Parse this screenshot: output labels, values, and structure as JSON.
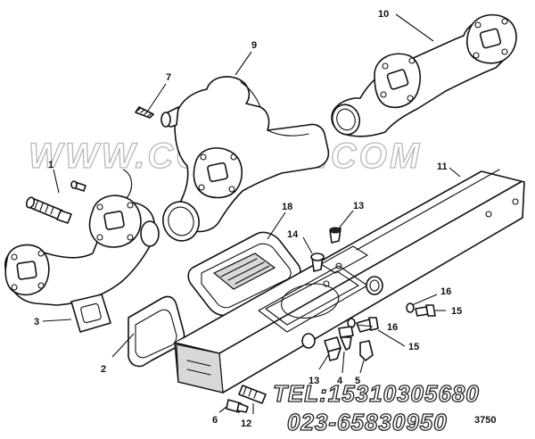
{
  "callouts": {
    "c1": "1",
    "c2": "2",
    "c3": "3",
    "c4": "4",
    "c5": "5",
    "c6": "6",
    "c7": "7",
    "c9": "9",
    "c10": "10",
    "c11": "11",
    "c12": "12",
    "c13a": "13",
    "c13b": "13",
    "c14": "14",
    "c15a": "15",
    "c15b": "15",
    "c16a": "16",
    "c16b": "16",
    "c18": "18"
  },
  "watermark": "WWW.COKSGS.COM",
  "stamp": {
    "line1": "TEL:15310305680",
    "line2": "023-65830950"
  },
  "drawing_code": "3750"
}
